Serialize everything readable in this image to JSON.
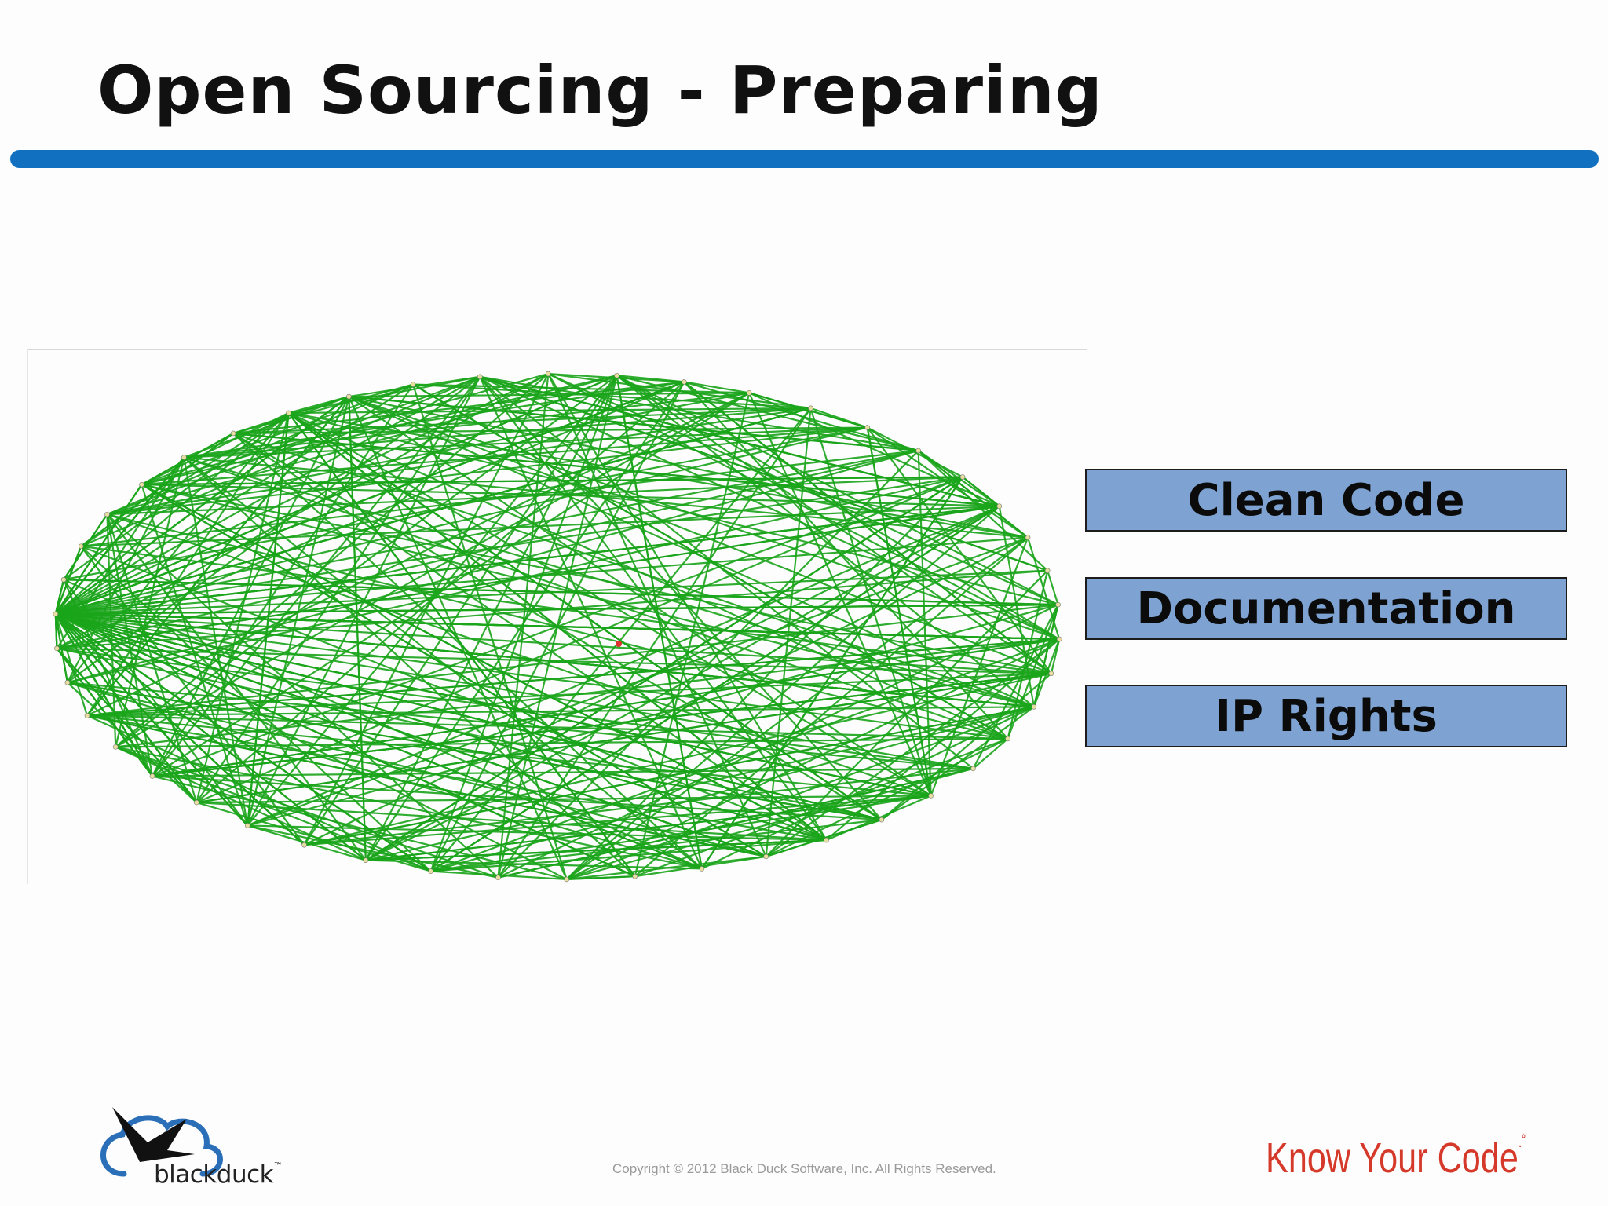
{
  "slide": {
    "title": "Open Sourcing - Preparing",
    "items": [
      {
        "label": "Clean Code"
      },
      {
        "label": "Documentation"
      },
      {
        "label": "IP Rights"
      }
    ]
  },
  "colors": {
    "title_rule": "#1170c0",
    "item_fill": "#7ea3d2",
    "graph_edges": "#1aa51a",
    "tagline": "#d5392a"
  },
  "footer": {
    "logo_text": "blackduck",
    "logo_tm": "™",
    "logo_icon": "duck-cloud-icon",
    "copyright": "Copyright © 2012 Black Duck Software, Inc.  All Rights Reserved.",
    "tagline": "Know Your Code",
    "tagline_mark": ".˚"
  }
}
